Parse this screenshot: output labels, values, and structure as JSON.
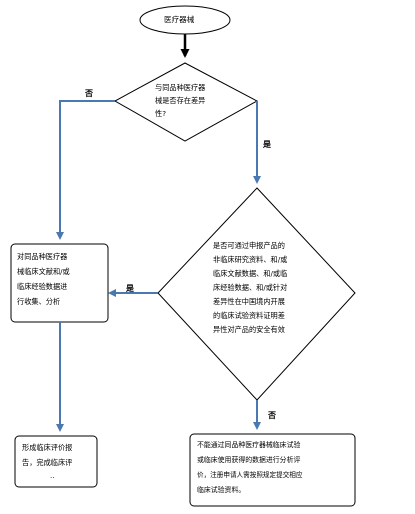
{
  "nodes": {
    "start": {
      "text": "医疗器械"
    },
    "decision1": {
      "lines": [
        "与同品种医疗器",
        "械是否存在差异",
        "性?"
      ]
    },
    "decision2": {
      "lines": [
        "是否可通过申报产品的",
        "非临床研究资料、和/或",
        "临床文献数据、和/或临",
        "床经验数据、和/或针对",
        "差异性在中国境内开展",
        "的临床试验资料证明差",
        "异性对产品的安全有效"
      ]
    },
    "box_left": {
      "lines": [
        "对同品种医疗器",
        "械临床文献和/或",
        "临床经验数据进",
        "行收集、分析"
      ]
    },
    "box_bottom_left": {
      "lines": [
        "形成临床评价报",
        "告，完成临床评",
        ".."
      ]
    },
    "box_bottom_right": {
      "lines": [
        "不能通过同品种医疗器械临床试验",
        "或临床使用获得的数据进行分析评",
        "价，注册申请人需按照规定提交相应",
        "临床试验资料。"
      ]
    }
  },
  "edge_labels": {
    "no_1": "否",
    "yes_1": "是",
    "yes_2": "是",
    "no_2": "否"
  }
}
